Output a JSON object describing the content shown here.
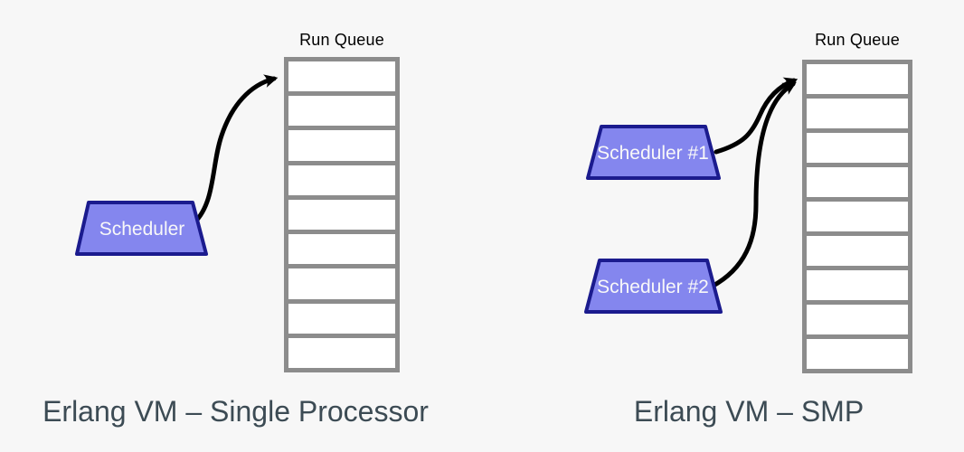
{
  "colors": {
    "background": "#f7f7f7",
    "queue_border": "#8c8c8c",
    "queue_cell_fill": "#ffffff",
    "scheduler_fill": "#8486ee",
    "scheduler_border": "#1b1b8e",
    "scheduler_text": "#f8f8f8",
    "arrow": "#000000",
    "run_queue_label": "#000000",
    "caption": "#3c4b54"
  },
  "left": {
    "run_queue_label": "Run Queue",
    "queue_cells": 9,
    "schedulers": [
      {
        "label": "Scheduler"
      }
    ],
    "caption": "Erlang VM – Single Processor"
  },
  "right": {
    "run_queue_label": "Run Queue",
    "queue_cells": 9,
    "schedulers": [
      {
        "label": "Scheduler #1"
      },
      {
        "label": "Scheduler #2"
      }
    ],
    "caption": "Erlang VM – SMP"
  }
}
